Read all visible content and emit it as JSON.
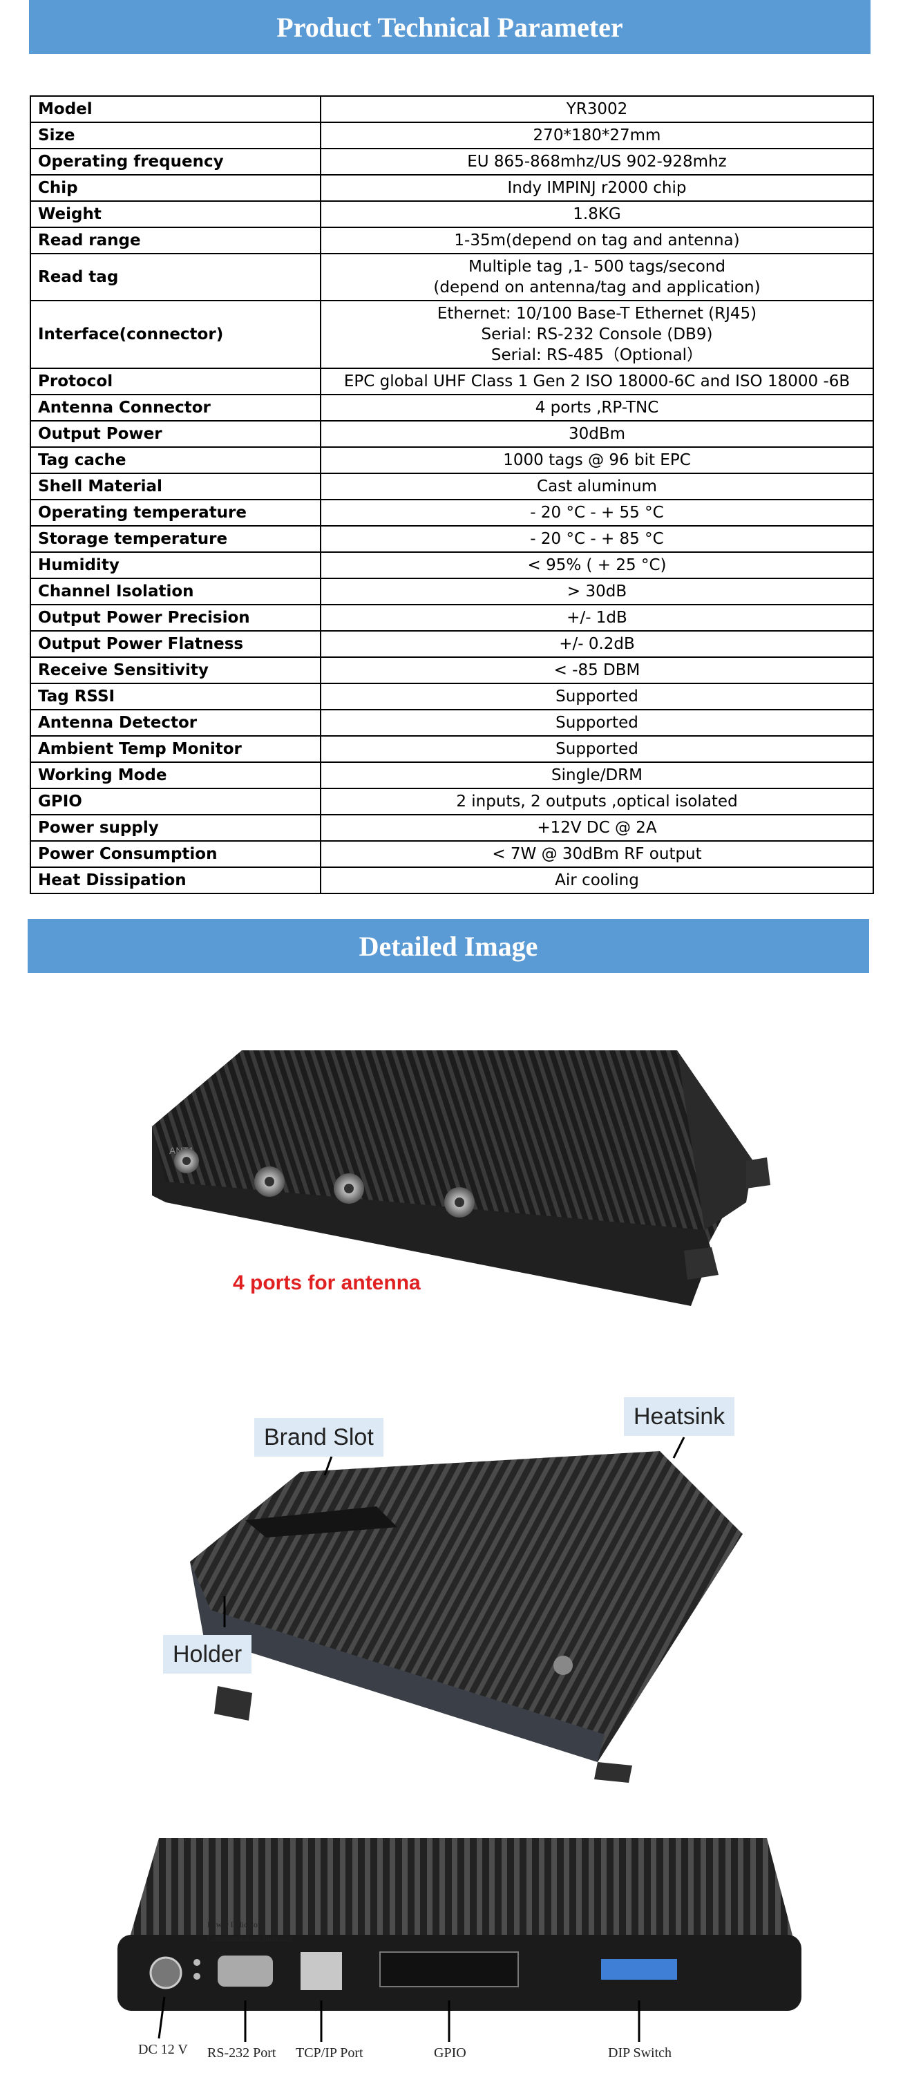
{
  "headers": {
    "top": "Product Technical Parameter",
    "middle": "Detailed Image"
  },
  "specs": [
    {
      "key": "Model",
      "value": [
        "YR3002"
      ]
    },
    {
      "key": "Size",
      "value": [
        "270*180*27mm"
      ]
    },
    {
      "key": "Operating frequency",
      "value": [
        "EU 865-868mhz/US 902-928mhz"
      ]
    },
    {
      "key": "Chip",
      "value": [
        "Indy IMPINJ r2000 chip"
      ]
    },
    {
      "key": "Weight",
      "value": [
        "1.8KG"
      ]
    },
    {
      "key": "Read range",
      "value": [
        "1-35m(depend on tag and antenna)"
      ]
    },
    {
      "key": "Read tag",
      "value": [
        "Multiple tag ,1- 500 tags/second",
        "(depend on antenna/tag and application)"
      ]
    },
    {
      "key": "Interface(connector)",
      "value": [
        "Ethernet: 10/100 Base-T Ethernet (RJ45)",
        "Serial: RS-232 Console (DB9)",
        "Serial: RS-485（Optional）"
      ]
    },
    {
      "key": "Protocol",
      "value": [
        "EPC global UHF Class 1 Gen 2 ISO 18000-6C and ISO 18000 -6B"
      ]
    },
    {
      "key": "Antenna Connector",
      "value": [
        "4 ports ,RP-TNC"
      ]
    },
    {
      "key": "Output Power",
      "value": [
        "30dBm"
      ]
    },
    {
      "key": "Tag cache",
      "value": [
        "1000 tags @ 96 bit EPC"
      ]
    },
    {
      "key": "Shell Material",
      "value": [
        "Cast aluminum"
      ]
    },
    {
      "key": "Operating temperature",
      "value": [
        "- 20 °C   -   + 55   °C"
      ]
    },
    {
      "key": "Storage temperature",
      "value": [
        "- 20 °C   -   + 85   °C"
      ]
    },
    {
      "key": "Humidity",
      "value": [
        "< 95% ( + 25 °C)"
      ]
    },
    {
      "key": "Channel Isolation",
      "value": [
        "> 30dB"
      ]
    },
    {
      "key": "Output Power Precision",
      "value": [
        "+/- 1dB"
      ]
    },
    {
      "key": "Output Power Flatness",
      "value": [
        "+/- 0.2dB"
      ]
    },
    {
      "key": "Receive Sensitivity",
      "value": [
        "< -85 DBM"
      ]
    },
    {
      "key": "Tag RSSI",
      "value": [
        "Supported"
      ]
    },
    {
      "key": "Antenna Detector",
      "value": [
        "Supported"
      ]
    },
    {
      "key": "Ambient Temp Monitor",
      "value": [
        "Supported"
      ]
    },
    {
      "key": "Working Mode",
      "value": [
        "Single/DRM"
      ]
    },
    {
      "key": "GPIO",
      "value": [
        "2 inputs, 2 outputs ,optical isolated"
      ]
    },
    {
      "key": "Power supply",
      "value": [
        "+12V DC @ 2A"
      ]
    },
    {
      "key": "Power Consumption",
      "value": [
        "< 7W @ 30dBm RF output"
      ]
    },
    {
      "key": "Heat Dissipation",
      "value": [
        "Air cooling"
      ]
    }
  ],
  "images": {
    "antenna_caption": "4 ports for antenna",
    "ant_label": "ANT1",
    "callouts": {
      "brand_slot": "Brand Slot",
      "heatsink": "Heatsink",
      "holder": "Holder"
    },
    "back_labels": {
      "power_indicator": "Power Indicator",
      "comm_indicator": "Communication Indicator",
      "dc": "DC 12 V",
      "rs232": "RS-232 Port",
      "tcpip": "TCP/IP Port",
      "gpio": "GPIO",
      "dip": "DIP Switch"
    }
  },
  "colors": {
    "banner": "#5b9bd5",
    "caption_red": "#e02020",
    "callout_bg": "#dde9f5"
  }
}
